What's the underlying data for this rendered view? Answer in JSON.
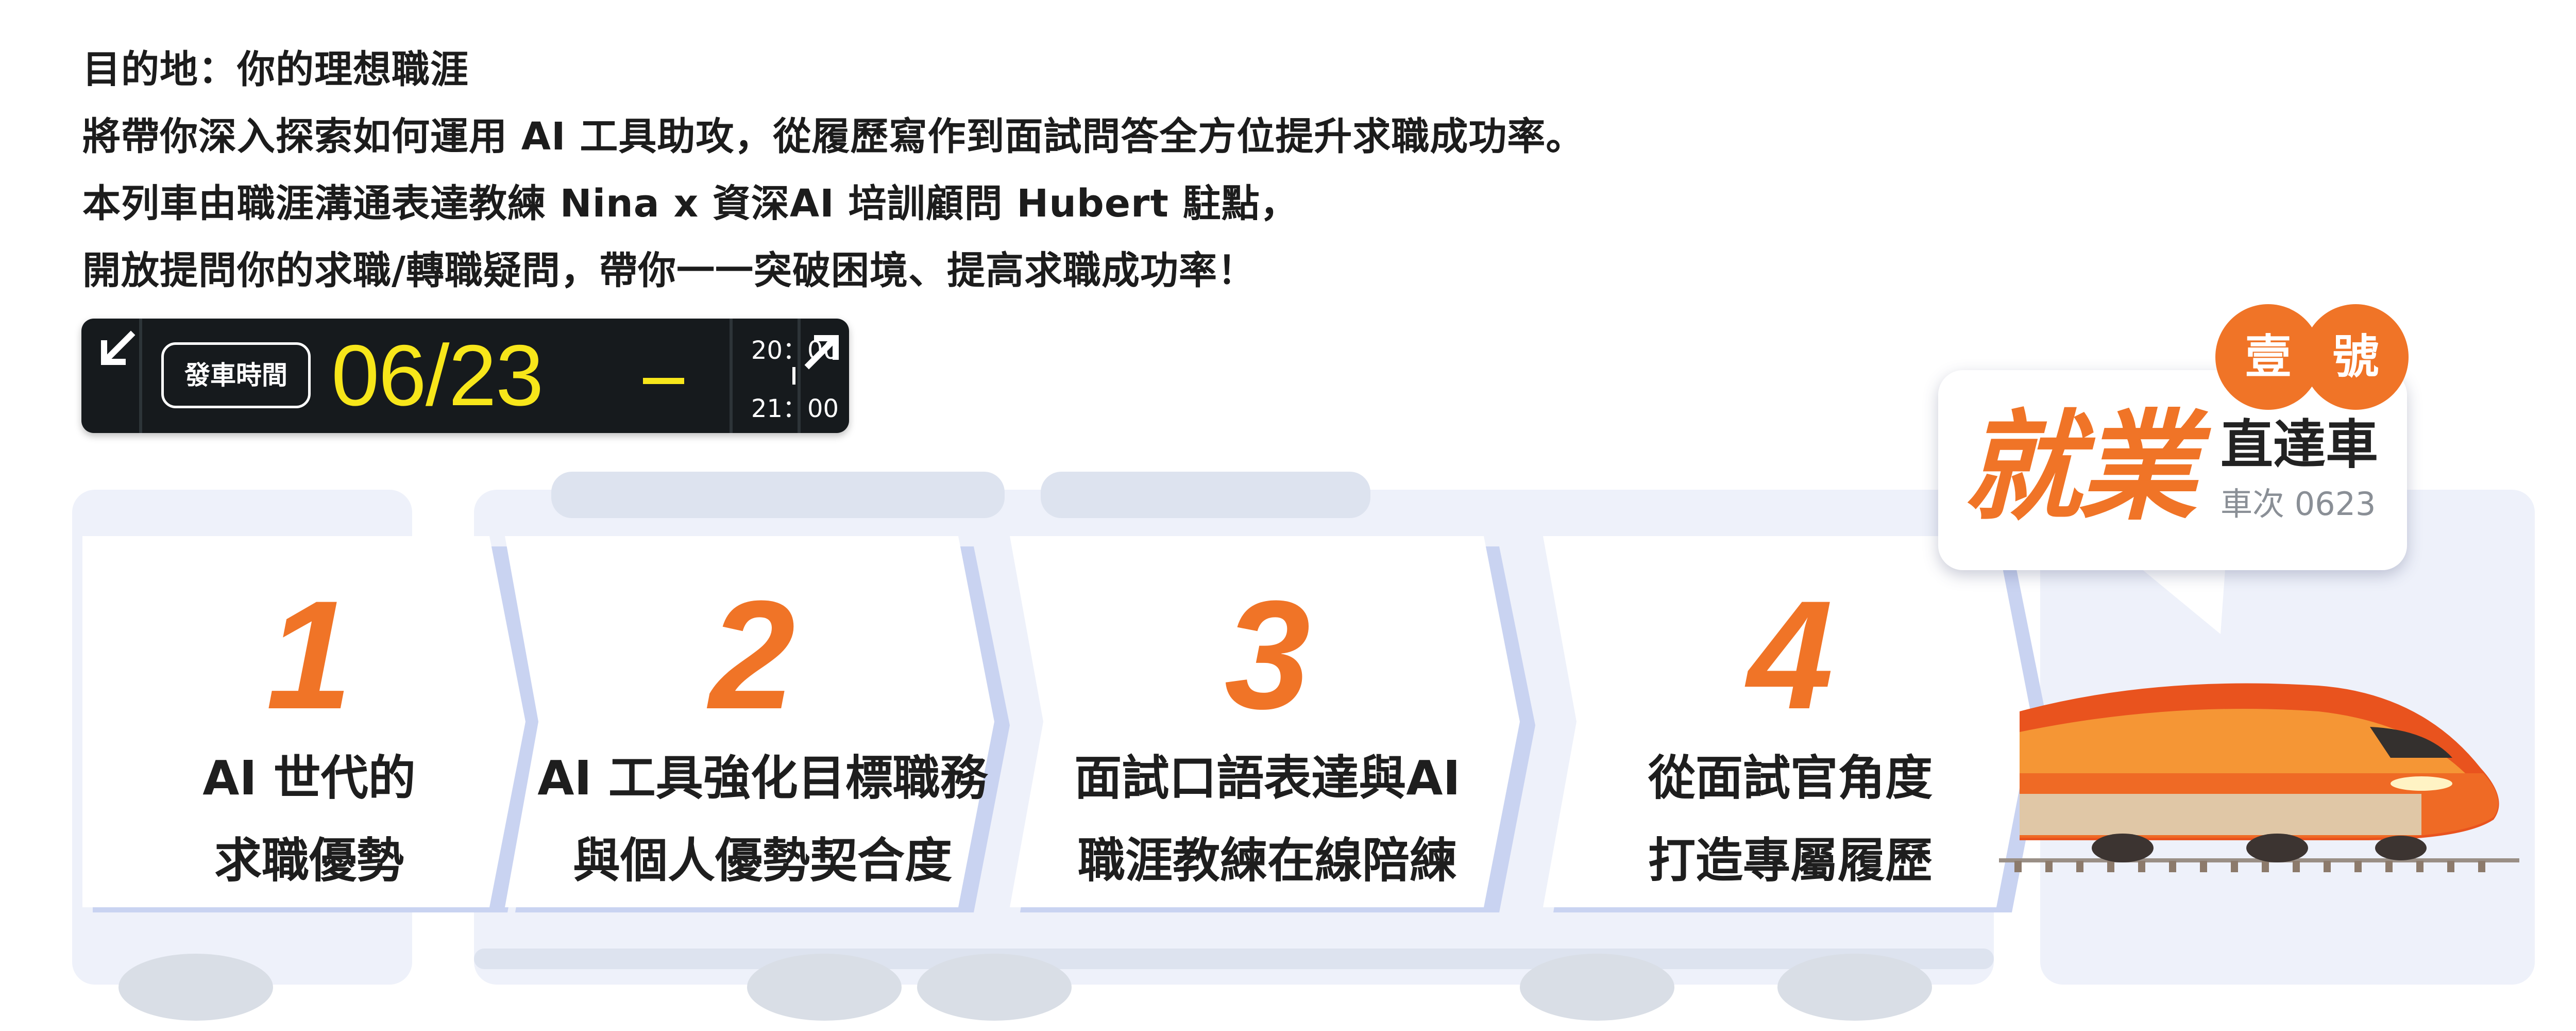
{
  "intro": {
    "lines": [
      "目的地：你的理想職涯",
      "將帶你深入探索如何運用 AI 工具助攻，從履歷寫作到面試問答全方位提升求職成功率。",
      "本列車由職涯溝通表達教練 Nina x  資深AI 培訓顧問 Hubert 駐點，",
      "開放提問你的求職/轉職疑問，帶你一一突破困境、提高求職成功率！"
    ]
  },
  "board": {
    "tag": "發車時間",
    "date": "06/23",
    "start_time": "20：00",
    "end_time": "21：00",
    "left_icon": "arrow-down-left-icon",
    "right_icon": "arrow-up-right-icon"
  },
  "steps": [
    {
      "number": "1",
      "lines": [
        "AI 世代的",
        "求職優勢"
      ]
    },
    {
      "number": "2",
      "lines": [
        "AI 工具強化目標職務",
        "與個人優勢契合度"
      ]
    },
    {
      "number": "3",
      "lines": [
        "面試口語表達與AI",
        "職涯教練在線陪練"
      ]
    },
    {
      "number": "4",
      "lines": [
        "從面試官角度",
        "打造專屬履歷"
      ]
    }
  ],
  "brand": {
    "badge_left": "壹",
    "badge_right": "號",
    "big_word": "就業",
    "route": "直達車",
    "train_number": "車次 0623"
  },
  "colors": {
    "accent": "#f07427",
    "board_bg": "#161a1d",
    "board_date": "#f7e61a",
    "card_shadow": "#c9d3f1",
    "train_body": "#eef1fa"
  }
}
